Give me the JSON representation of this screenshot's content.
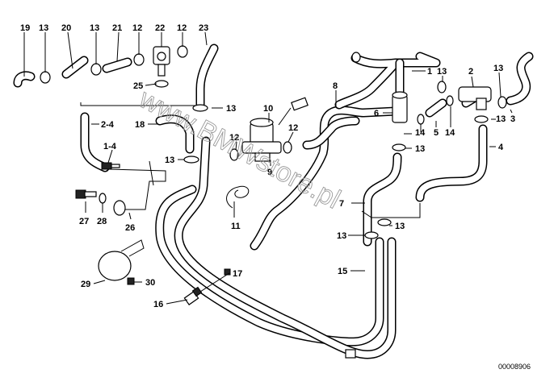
{
  "diagram": {
    "drawing_number": "00008906",
    "watermark": "www.BMWstore.pl",
    "callouts": [
      "19",
      "13",
      "20",
      "13",
      "21",
      "12",
      "22",
      "12",
      "23",
      "25",
      "13",
      "10",
      "12",
      "12",
      "9",
      "8",
      "1",
      "13",
      "2",
      "13",
      "3",
      "13",
      "6",
      "14",
      "5",
      "14",
      "13",
      "13",
      "4",
      "2-4",
      "18",
      "1-4",
      "13",
      "11",
      "7",
      "13",
      "13",
      "15",
      "27",
      "28",
      "26",
      "29",
      "30",
      "16",
      "17"
    ]
  }
}
